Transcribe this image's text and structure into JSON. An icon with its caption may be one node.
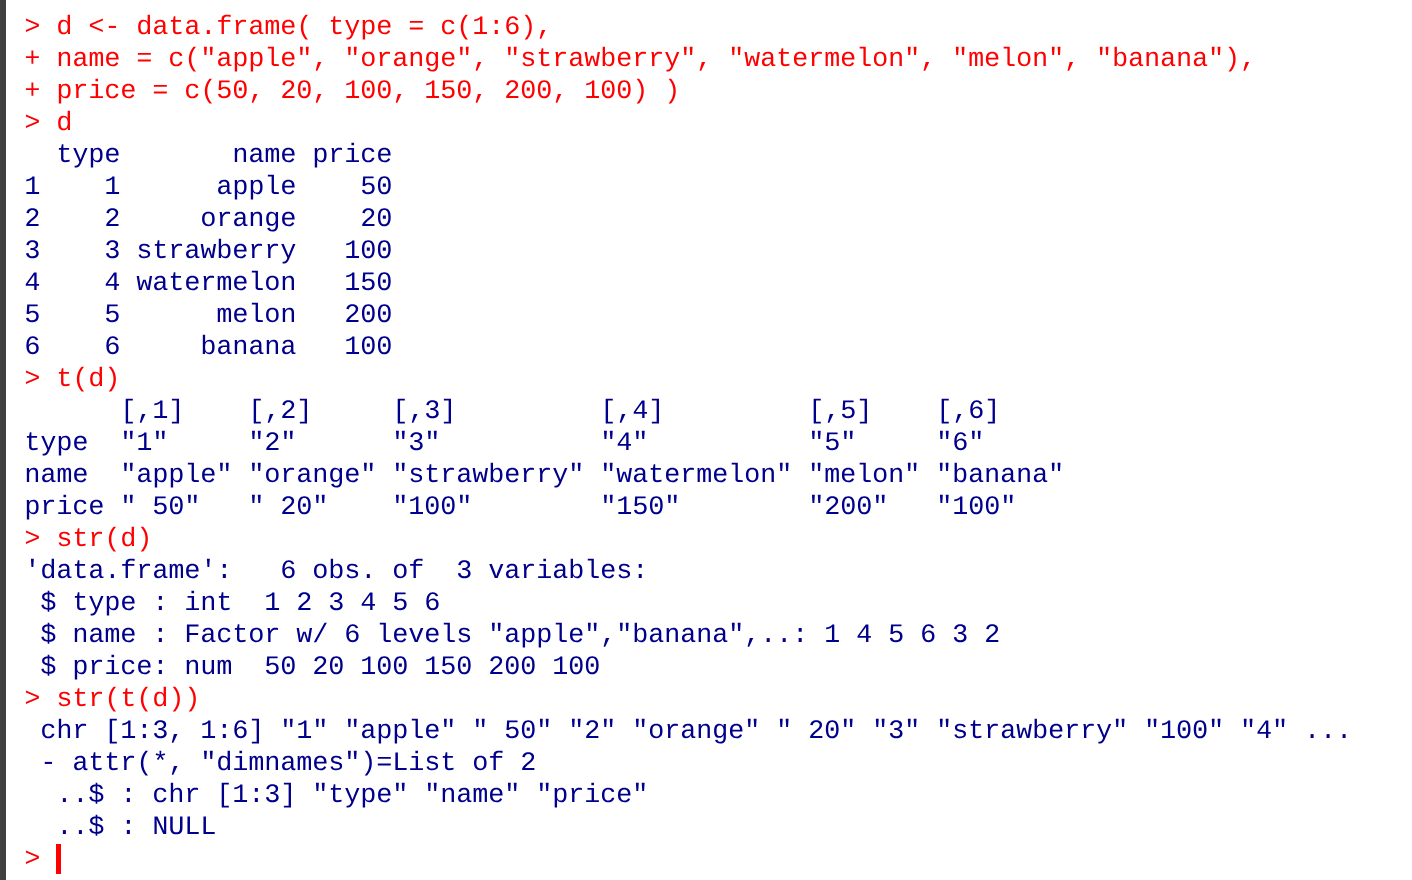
{
  "diagram": {
    "labels": [
      "> d <- data.frame( type = c(1:6),",
      "+ name = c(\"apple\", \"orange\", \"strawberry\", \"watermelon\", \"melon\", \"banana\"),",
      "+ price = c(50, 20, 100, 150, 200, 100) )",
      "> d",
      "  type       name price",
      "1    1      apple    50",
      "2    2     orange    20",
      "3    3 strawberry   100",
      "4    4 watermelon   150",
      "5    5      melon   200",
      "6    6     banana   100",
      "> t(d)",
      "      [,1]    [,2]     [,3]         [,4]         [,5]    [,6]",
      "type  \"1\"     \"2\"      \"3\"          \"4\"          \"5\"     \"6\"",
      "name  \"apple\" \"orange\" \"strawberry\" \"watermelon\" \"melon\" \"banana\"",
      "price \" 50\"   \" 20\"    \"100\"        \"150\"        \"200\"   \"100\"",
      "> str(d)",
      "'data.frame':   6 obs. of  3 variables:",
      " $ type : int  1 2 3 4 5 6",
      " $ name : Factor w/ 6 levels \"apple\",\"banana\",..: 1 4 5 6 3 2",
      " $ price: num  50 20 100 150 200 100",
      "> str(t(d))",
      " chr [1:3, 1:6] \"1\" \"apple\" \" 50\" \"2\" \"orange\" \" 20\" \"3\" \"strawberry\" \"100\" \"4\" ...",
      " - attr(*, \"dimnames\")=List of 2",
      "  ..$ : chr [1:3] \"type\" \"name\" \"price\"",
      "  ..$ : NULL",
      ">"
    ]
  }
}
